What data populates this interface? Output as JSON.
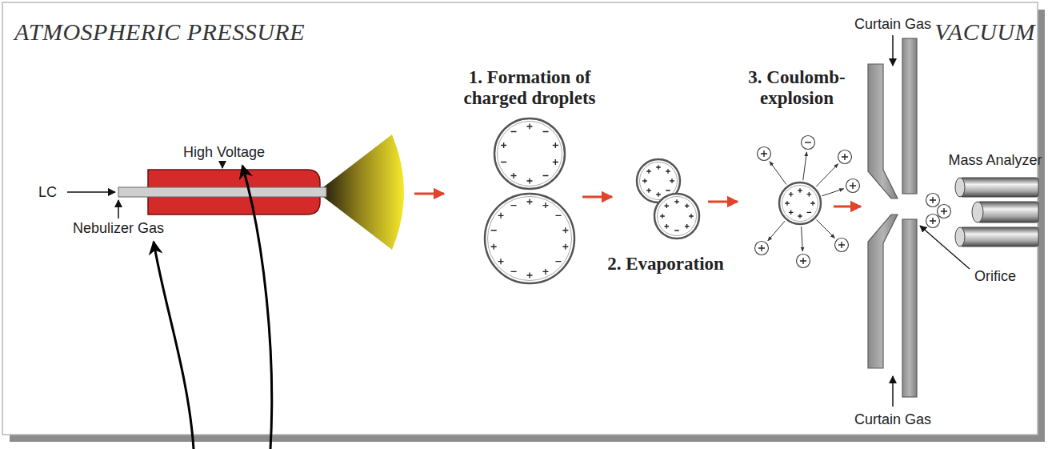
{
  "diagram": {
    "labels": [
      "ATMOSPHERIC PRESSURE",
      "VACUUM",
      "High Voltage",
      "LC",
      "Nebulizer Gas",
      "1. Formation of charged droplets",
      "2. Evaporation",
      "3. Coulomb-explosion",
      "Curtain Gas",
      "Curtain Gas",
      "Mass Analyzer",
      "Orifice"
    ]
  }
}
